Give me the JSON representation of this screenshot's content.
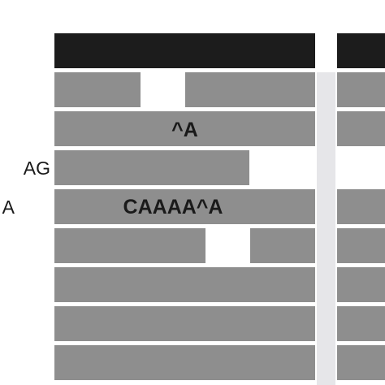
{
  "colors": {
    "header": "#1c1c1c",
    "bar": "#8e8e8e",
    "gap_band": "#e6e6e9",
    "background": "#ffffff"
  },
  "labels": {
    "row3_left": "AG",
    "row4_left": "A"
  },
  "annotations": {
    "row2_text": "^A",
    "row4_text": "CAAAA^A"
  }
}
